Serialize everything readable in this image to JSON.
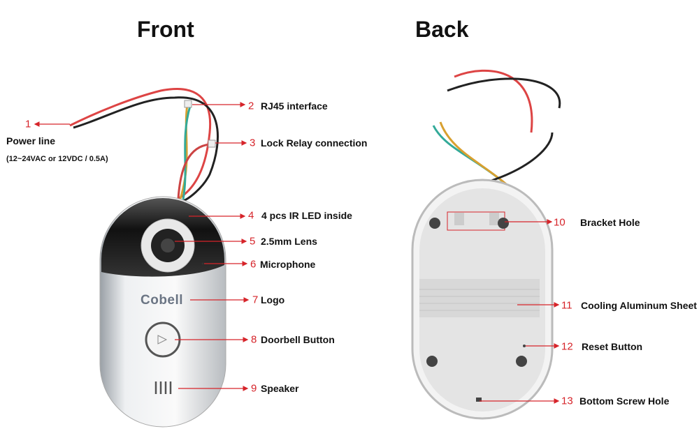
{
  "titles": {
    "front": "Front",
    "back": "Back"
  },
  "logo_text": "Cobell",
  "accent_color": "#d6242a",
  "callouts": [
    {
      "num": "1",
      "label": "Power line",
      "detail": "(12~24VAC or 12VDC / 0.5A)"
    },
    {
      "num": "2",
      "label": "RJ45 interface"
    },
    {
      "num": "3",
      "label": "Lock Relay connection"
    },
    {
      "num": "4",
      "label": "4 pcs IR LED inside"
    },
    {
      "num": "5",
      "label": "2.5mm Lens"
    },
    {
      "num": "6",
      "label": "Microphone"
    },
    {
      "num": "7",
      "label": "Logo"
    },
    {
      "num": "8",
      "label": "Doorbell Button"
    },
    {
      "num": "9",
      "label": "Speaker"
    },
    {
      "num": "10",
      "label": "Bracket Hole"
    },
    {
      "num": "11",
      "label": "Cooling Aluminum Sheet"
    },
    {
      "num": "12",
      "label": "Reset Button"
    },
    {
      "num": "13",
      "label": "Bottom Screw Hole"
    }
  ]
}
